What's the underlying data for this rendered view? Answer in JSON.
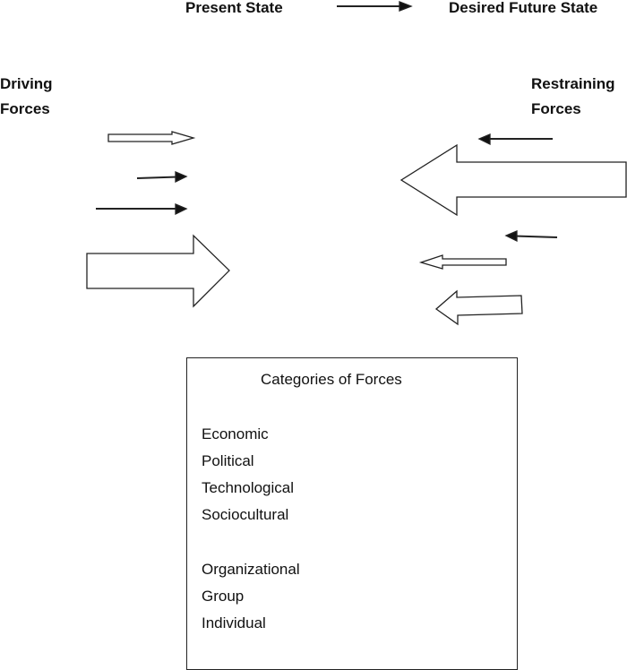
{
  "header": {
    "present": "Present State",
    "desired": "Desired Future State"
  },
  "driving": {
    "line1": "Driving",
    "line2": "Forces"
  },
  "restraining": {
    "line1": "Restraining",
    "line2": "Forces"
  },
  "categories": {
    "title": "Categories of Forces",
    "environmental": [
      "Economic",
      "Political",
      "Technological",
      "Sociocultural"
    ],
    "internal": [
      "Organizational",
      "Group",
      "Individual"
    ]
  }
}
